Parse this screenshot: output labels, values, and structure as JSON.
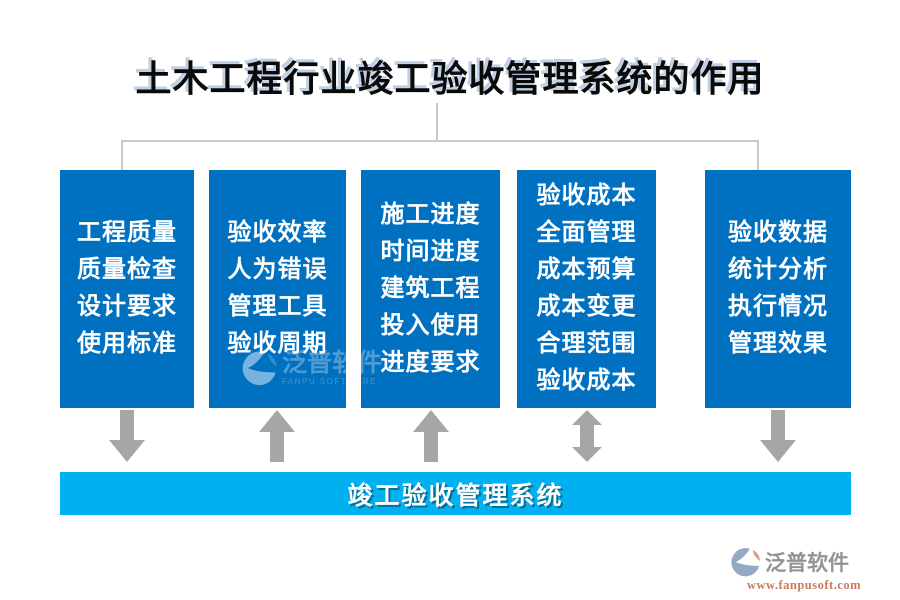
{
  "title": "土木工程行业竣工验收管理系统的作用",
  "boxes": [
    {
      "text": "工程质量\n质量检查\n设计要求\n使用标准",
      "arrow": "down"
    },
    {
      "text": "验收效率\n人为错误\n管理工具\n验收周期",
      "arrow": "up"
    },
    {
      "text": "施工进度\n时间进度\n建筑工程\n投入使用\n进度要求",
      "arrow": "up"
    },
    {
      "text": "验收成本\n全面管理\n成本预算\n成本变更\n合理范围\n验收成本",
      "arrow": "updown"
    },
    {
      "text": "验收数据\n统计分析\n执行情况\n管理效果",
      "arrow": "down"
    }
  ],
  "bottom_bar": {
    "label": "竣工验收管理系统"
  },
  "watermark": {
    "brand": "泛普软件",
    "brand_en": "FANPU SOFTWARE"
  },
  "footer_logo": {
    "brand": "泛普软件",
    "website": "www.fanpusoft.com"
  },
  "colors": {
    "box_blue": "#0070c0",
    "bar_cyan": "#00b0f0",
    "arrow_gray": "#a6a6a6",
    "connector_gray": "#c9c9c9",
    "title_text": "#0a0a0a",
    "logo_text_gray": "#939393",
    "logo_url_salmon": "#c97a5f",
    "logo_icon_blue": "#94a9c4",
    "logo_icon_salmon": "#e09a87"
  }
}
